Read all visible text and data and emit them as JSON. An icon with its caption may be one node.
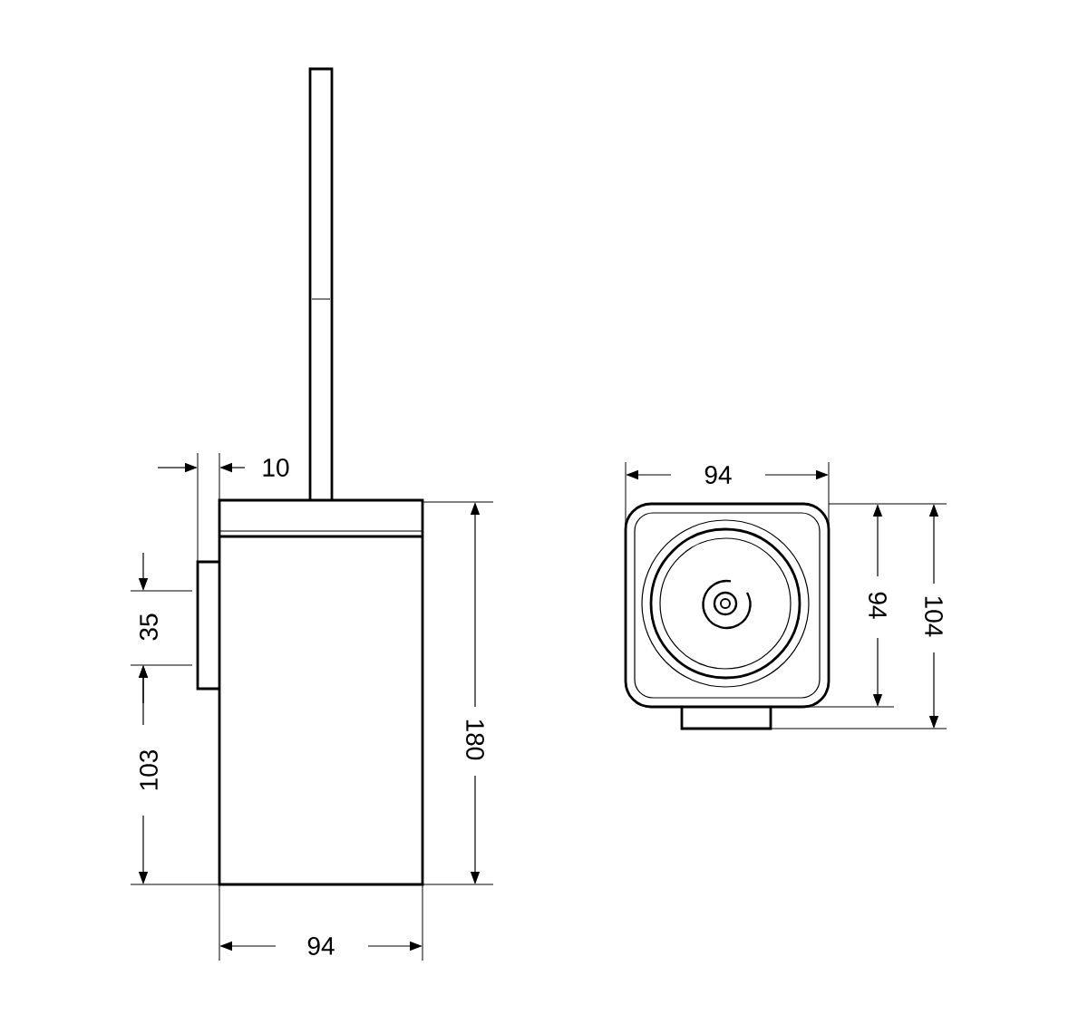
{
  "diagram": {
    "labels": [
      "10",
      "94",
      "94",
      "104",
      "35",
      "103",
      "180",
      "94"
    ]
  }
}
